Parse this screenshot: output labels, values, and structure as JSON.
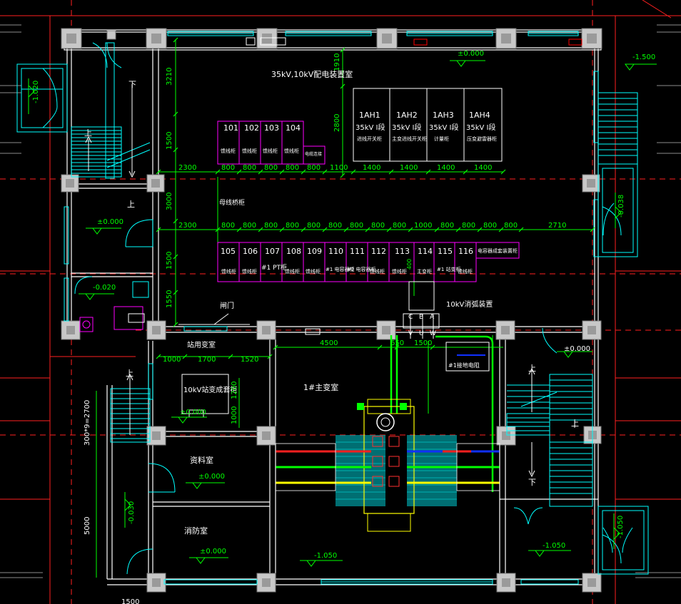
{
  "colors": {
    "background": "#000000",
    "wall": "#ffffff",
    "grid_red": "#ff2020",
    "column": "#c8c8c8",
    "dimension": "#00ff00",
    "cyan": "#00ffff",
    "magenta": "#ff00ff",
    "yellow": "#ffff00",
    "text": "#ffffff",
    "red": "#ff0000",
    "blue": "#1030ff",
    "transformer": "#00e0e0"
  },
  "labels": {
    "room_35_10kv": "35kV,10kV配电装置室",
    "room_station_transformer": "站用变室",
    "room_10kv_station": "10kV站变成套柜",
    "room_main_transformer": "1#主变室",
    "room_materials": "资料室",
    "room_fire": "消防室",
    "room_10kv_arc": "10kV消弧装置",
    "grounding_box": "#1接地电阻",
    "busbar_bridge": "母线桥柜",
    "capacitor_row": "电容器成套装置柜"
  },
  "cabinets_35kv": [
    {
      "id": "1AH1",
      "rating": "35kV I段",
      "desc": "进线开关柜"
    },
    {
      "id": "1AH2",
      "rating": "35kV I段",
      "desc": "主变进线开关柜"
    },
    {
      "id": "1AH3",
      "rating": "35kV I段",
      "desc": "计量柜"
    },
    {
      "id": "1AH4",
      "rating": "35kV I段",
      "desc": "压变避雷器柜"
    }
  ],
  "cabinets_10kv_top": [
    {
      "id": "101",
      "desc": "馈线柜"
    },
    {
      "id": "102",
      "desc": "馈线柜"
    },
    {
      "id": "103",
      "desc": "馈线柜"
    },
    {
      "id": "104",
      "desc": "馈线柜"
    },
    {
      "id": "",
      "desc": "电缆连接"
    }
  ],
  "cabinets_10kv_bottom": [
    {
      "id": "105",
      "desc": "馈线柜"
    },
    {
      "id": "106",
      "desc": "馈线柜"
    },
    {
      "id": "107",
      "desc": "#1 PT柜"
    },
    {
      "id": "108",
      "desc": "馈线柜"
    },
    {
      "id": "109",
      "desc": "馈线柜"
    },
    {
      "id": "110",
      "desc": "#1 电容器柜"
    },
    {
      "id": "111",
      "desc": "#2 电容器柜"
    },
    {
      "id": "112",
      "desc": "馈线柜"
    },
    {
      "id": "113",
      "desc": "馈线柜"
    },
    {
      "id": "114",
      "desc": "主变柜"
    },
    {
      "id": "115",
      "desc": "#1 站变柜"
    },
    {
      "id": "116",
      "desc": "馈线柜"
    }
  ],
  "dimensions": {
    "row1": [
      "2300",
      "800",
      "800",
      "800",
      "800",
      "800",
      "1100",
      "1400",
      "1400",
      "1400",
      "1400"
    ],
    "row2": [
      "2300",
      "800",
      "800",
      "800",
      "800",
      "800",
      "800",
      "800",
      "800",
      "800",
      "1000",
      "800",
      "800",
      "800",
      "800",
      "2710"
    ],
    "row3": [
      "1000",
      "1700",
      "1520"
    ],
    "row4": [
      "4500",
      "650",
      "1500"
    ],
    "vertical_left": [
      "3210",
      "1500",
      "3000",
      "1500",
      "1550"
    ],
    "vertical_right": [
      "1910",
      "2800"
    ],
    "small_vert_1": "1200",
    "small_vert_2": "1000",
    "stair_dim": "300*9=2700",
    "left_bottom": "5000",
    "vert_400": "400",
    "bottom_corner": "1500"
  },
  "levels": [
    "±0.000",
    "-1.500",
    "-1.020",
    "±0.000",
    "-0.020",
    "-0.038",
    "±0.000",
    "±0.000",
    "±0.000",
    "±0.000",
    "-0.030",
    "-1.050",
    "-1.050",
    "-1.050"
  ],
  "stairs": {
    "up": "上",
    "down": "下"
  },
  "door_label": "闸门",
  "cbrs_labels": [
    "C",
    "B",
    "A",
    "V",
    "U",
    "W"
  ]
}
